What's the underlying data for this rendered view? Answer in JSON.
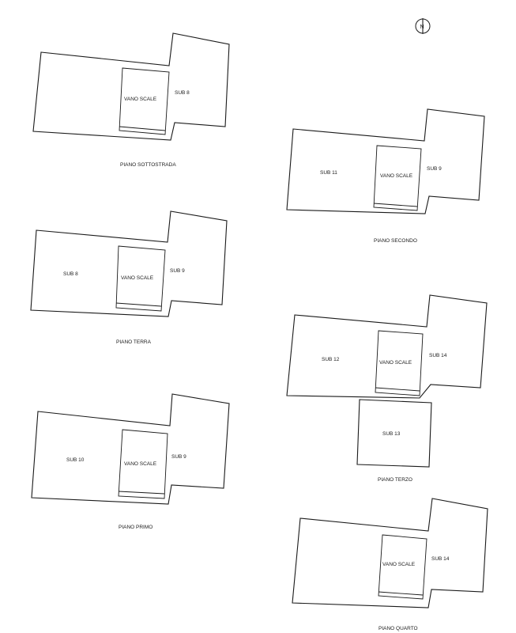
{
  "north_symbol": {
    "icon": "north-arrow-icon",
    "letter": "N"
  },
  "floors": [
    {
      "id": "sottostrada",
      "title": "PIANO SOTTOSTRADA",
      "rooms": {
        "left": "",
        "stair": "VANO SCALE",
        "right": "SUB 8"
      }
    },
    {
      "id": "terra",
      "title": "PIANO TERRA",
      "rooms": {
        "left": "SUB 8",
        "stair": "VANO SCALE",
        "right": "SUB 9"
      }
    },
    {
      "id": "primo",
      "title": "PIANO PRIMO",
      "rooms": {
        "left": "SUB 10",
        "stair": "VANO SCALE",
        "right": "SUB 9"
      }
    },
    {
      "id": "secondo",
      "title": "PIANO SECONDO",
      "rooms": {
        "left": "SUB 11",
        "stair": "VANO SCALE",
        "right": "SUB 9"
      }
    },
    {
      "id": "terzo",
      "title": "PIANO TERZO",
      "rooms": {
        "left": "SUB 12",
        "stair": "VANO SCALE",
        "right": "SUB 14",
        "bottom": "SUB 13"
      }
    },
    {
      "id": "quarto",
      "title": "PIANO QUARTO",
      "rooms": {
        "left": "",
        "stair": "VANO SCALE",
        "right": "SUB 14"
      }
    }
  ]
}
